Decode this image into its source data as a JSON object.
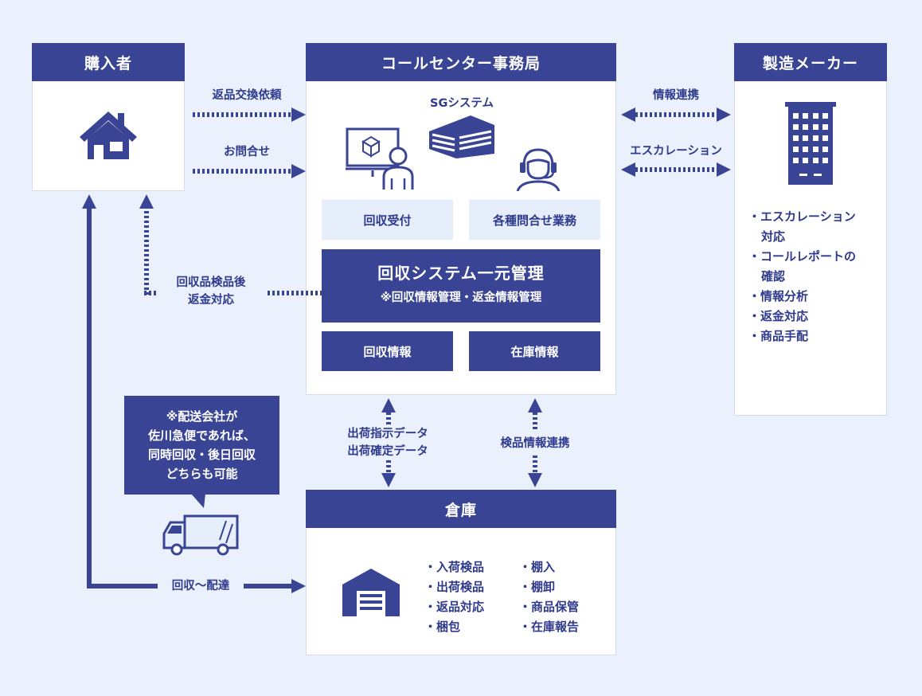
{
  "buyer": {
    "title": "購入者",
    "icon": "house-icon"
  },
  "call_center": {
    "title": "コールセンター事務局",
    "system_label": "SGシステム",
    "reception": "回収受付",
    "inquiry": "各種問合せ業務",
    "central_title": "回収システム一元管理",
    "central_note": "※回収情報管理・返金情報管理",
    "collection_info": "回収情報",
    "stock_info": "在庫情報"
  },
  "maker": {
    "title": "製造メーカー",
    "items": [
      "・エスカレーション",
      "対応",
      "・コールレポートの",
      "確認",
      "・情報分析",
      "・返金対応",
      "・商品手配"
    ]
  },
  "warehouse": {
    "title": "倉庫",
    "items_left": [
      "・入荷検品",
      "・出荷検品",
      "・返品対応",
      "・梱包"
    ],
    "items_right": [
      "・棚入",
      "・棚卸",
      "・商品保管",
      "・在庫報告"
    ]
  },
  "flows": {
    "return_request": "返品交換依頼",
    "inquiry": "お問合せ",
    "info_link": "情報連携",
    "escalation": "エスカレーション",
    "refund_line1": "回収品検品後",
    "refund_line2": "返金対応",
    "ship_line1": "出荷指示データ",
    "ship_line2": "出荷確定データ",
    "inspection_link": "検品情報連携",
    "collection_delivery": "回収〜配達"
  },
  "note": {
    "lines": [
      "※配送会社が",
      "佐川急便であれば、",
      "同時回収・後日回収",
      "どちらも可能"
    ]
  },
  "colors": {
    "primary": "#3a4494",
    "light": "#e6eefc",
    "background": "#eaf1fd"
  }
}
